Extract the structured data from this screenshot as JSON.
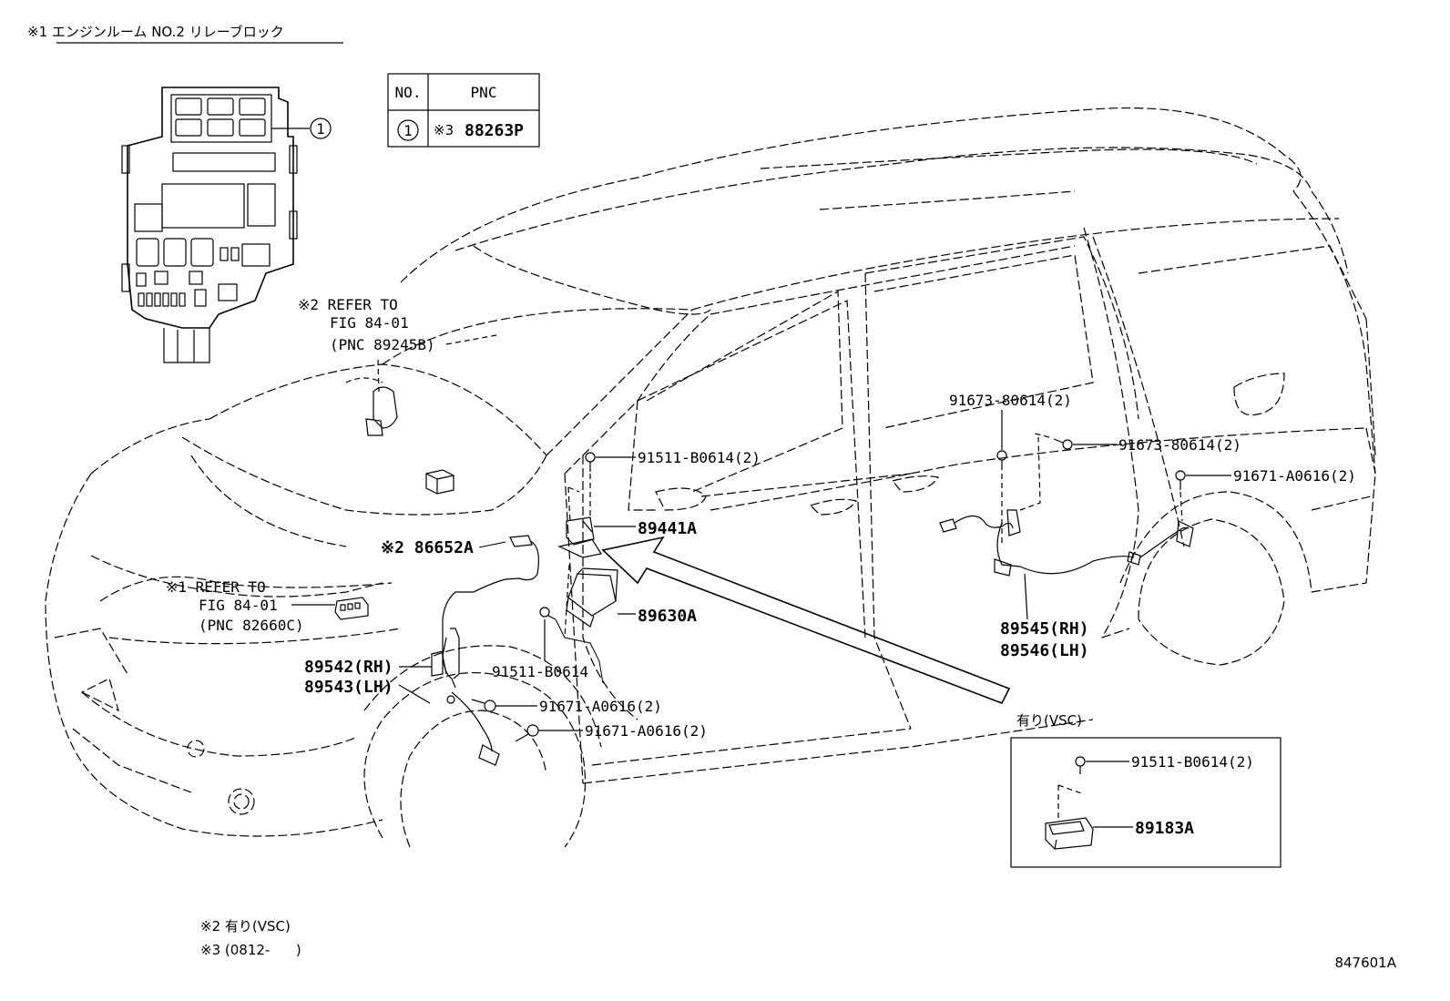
{
  "header": {
    "title": "※1 エンジンルーム NO.2 リレーブロック"
  },
  "pnc_table": {
    "col_no": "NO.",
    "col_pnc": "PNC",
    "row_no": "1",
    "row_mark": "※3",
    "row_pnc": "88263P"
  },
  "relay_block_callout": "1",
  "refs": {
    "ref2_line1": "※2 REFER TO",
    "ref2_line2": "FIG 84-01",
    "ref2_line3": "(PNC 89245B)",
    "ref1_line1": "※1 REFER TO",
    "ref1_line2": "FIG 84-01",
    "ref1_line3": "(PNC 82660C)"
  },
  "parts": {
    "p86652": "※2 86652A",
    "p89441": "89441A",
    "p89630": "89630A",
    "p91511_top": "91511-B0614(2)",
    "p91511_mid": "91511-B0614",
    "p91671_a": "91671-A0616(2)",
    "p91671_b": "91671-A0616(2)",
    "p91671_rear": "91671-A0616(2)",
    "p91673_a": "91673-80614(2)",
    "p91673_b": "91673-80614(2)",
    "p89542": "89542(RH)",
    "p89543": "89543(LH)",
    "p89545": "89545(RH)",
    "p89546": "89546(LH)"
  },
  "vsc_box": {
    "caption": "有り(VSC)",
    "bolt": "91511-B0614(2)",
    "module": "89183A"
  },
  "notes": {
    "note2": "※2 有り(VSC)",
    "note3": "※3 (0812-      )"
  },
  "figure_id": "847601A"
}
